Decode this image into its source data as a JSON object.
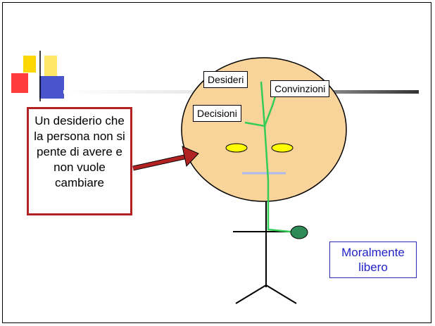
{
  "labels": {
    "desideri": "Desideri",
    "convinzioni": "Convinzioni",
    "decisioni": "Decisioni"
  },
  "callout": {
    "text": "Un desiderio che la persona non si pente di avere e non vuole cambiare"
  },
  "moral": {
    "text": "Moralmente libero"
  },
  "colors": {
    "head_fill": "#f9d49a",
    "eyes": "#ffff00",
    "path_green": "#33cc55",
    "node_green": "#2e8b57",
    "callout_border": "#b22222",
    "moral_text": "#2323c8",
    "mouth": "#aabbee"
  }
}
